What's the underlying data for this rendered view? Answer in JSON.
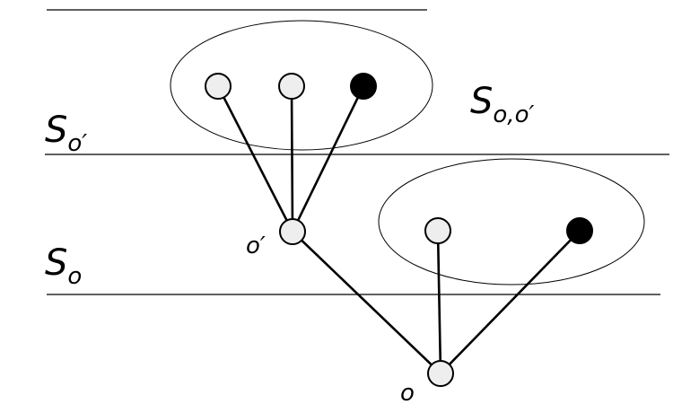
{
  "diagram": {
    "labels": {
      "s_o_prime": {
        "base": "S",
        "sub": "o′"
      },
      "s_o": {
        "base": "S",
        "sub": "o"
      },
      "s_o_o_prime": {
        "base": "S",
        "sub": "o,o′"
      },
      "node_o_prime": "o′",
      "node_o": "o"
    },
    "nodes": [
      {
        "id": "top-left",
        "fill": "light"
      },
      {
        "id": "top-middle",
        "fill": "light"
      },
      {
        "id": "top-right",
        "fill": "dark"
      },
      {
        "id": "o-prime",
        "fill": "light"
      },
      {
        "id": "mid-left",
        "fill": "light"
      },
      {
        "id": "mid-right",
        "fill": "dark"
      },
      {
        "id": "o",
        "fill": "light"
      }
    ],
    "edges": [
      [
        "o-prime",
        "top-left"
      ],
      [
        "o-prime",
        "top-middle"
      ],
      [
        "o-prime",
        "top-right"
      ],
      [
        "o",
        "o-prime"
      ],
      [
        "o",
        "mid-left"
      ],
      [
        "o",
        "mid-right"
      ]
    ],
    "colors": {
      "light_node": "#eeeeee",
      "dark_node": "#000000",
      "stroke": "#000000"
    }
  }
}
